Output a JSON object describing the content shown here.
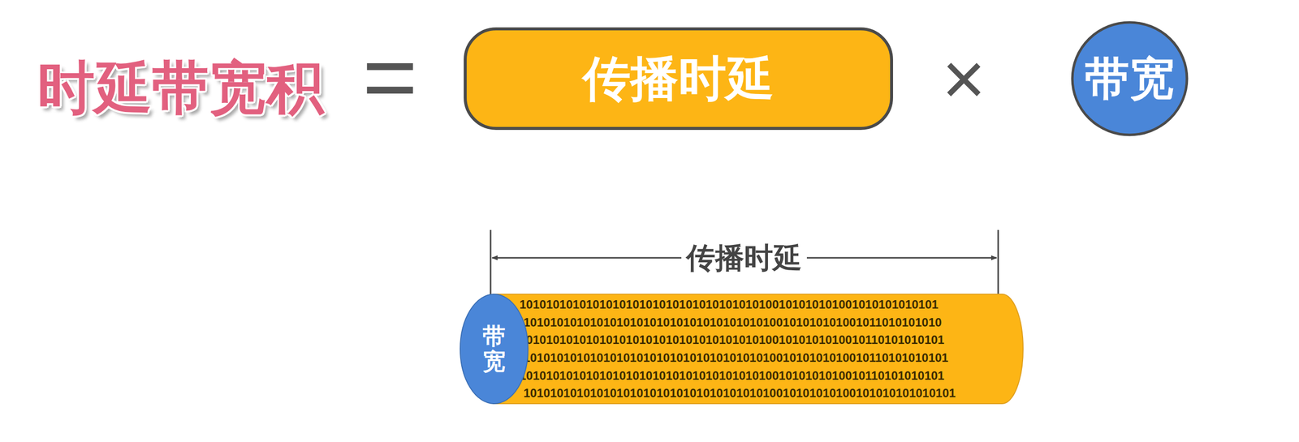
{
  "diagram": {
    "nodes": [
      {
        "text": [
          "传播时延"
        ]
      },
      {
        "text": [
          "带宽"
        ]
      },
      {
        "text": [
          "带宽"
        ]
      },
      {
        "text": [
          "101010101010101010101010101010101010100101010101001010101010101",
          "101010101010101010101010101010101010100101010101001011010101010",
          "1010101010101010101010101010101010101001010101010010110101010101",
          "1010101010101010101010101010101010101001010101010010110101010101",
          "1010101010101010101010101010101010101001010101010010110101010101",
          "10101010101010101010101010101010101010010101010100101010101010101"
        ]
      }
    ],
    "labels": [
      "时延带宽积",
      "=",
      "×",
      "传播时延"
    ]
  }
}
